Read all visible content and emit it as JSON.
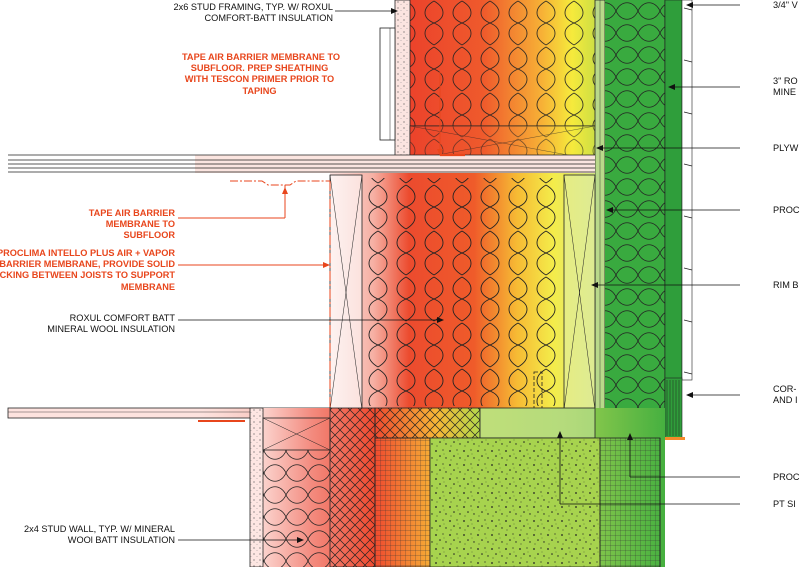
{
  "labels": {
    "stud_2x6": [
      "2x6 STUD FRAMING, TYP. W/ ROXUL",
      "COMFORT-BATT INSULATION"
    ],
    "tape_subfloor": [
      "TAPE AIR BARRIER MEMBRANE TO",
      "SUBFLOOR. PREP SHEATHING",
      "WITH TESCON PRIMER PRIOR TO",
      "TAPING"
    ],
    "tape_membrane": [
      "TAPE AIR BARRIER",
      "MEMBRANE TO",
      "SUBFLOOR"
    ],
    "proclima": [
      "PROCLIMA INTELLO PLUS AIR + VAPOR",
      "BARRIER MEMBRANE, PROVIDE SOLID",
      "CKING BETWEEN JOISTS TO SUPPORT",
      "MEMBRANE"
    ],
    "roxul_batt": [
      "ROXUL COMFORT BATT",
      "MINERAL WOOL INSULATION"
    ],
    "stud_2x4": [
      "2x4 STUD WALL, TYP. W/ MINERAL",
      "WOOl BATT INSULATION"
    ],
    "right_siding": [
      "3/4\" V"
    ],
    "right_roxul": [
      "3\" RO",
      "MINE"
    ],
    "right_plywood": [
      "PLYW"
    ],
    "right_proc1": [
      "PROC"
    ],
    "right_rim": [
      "RIM B"
    ],
    "right_cor": [
      "COR-",
      "AND I"
    ],
    "right_proc2": [
      "PROC"
    ],
    "right_pt": [
      "PT SI"
    ]
  },
  "colors": {
    "annotation_red": "#e8461c",
    "heat_red": "#e8452c",
    "heat_yellow": "#f6ec3c",
    "heat_green": "#32a83c",
    "linework": "#111111"
  }
}
